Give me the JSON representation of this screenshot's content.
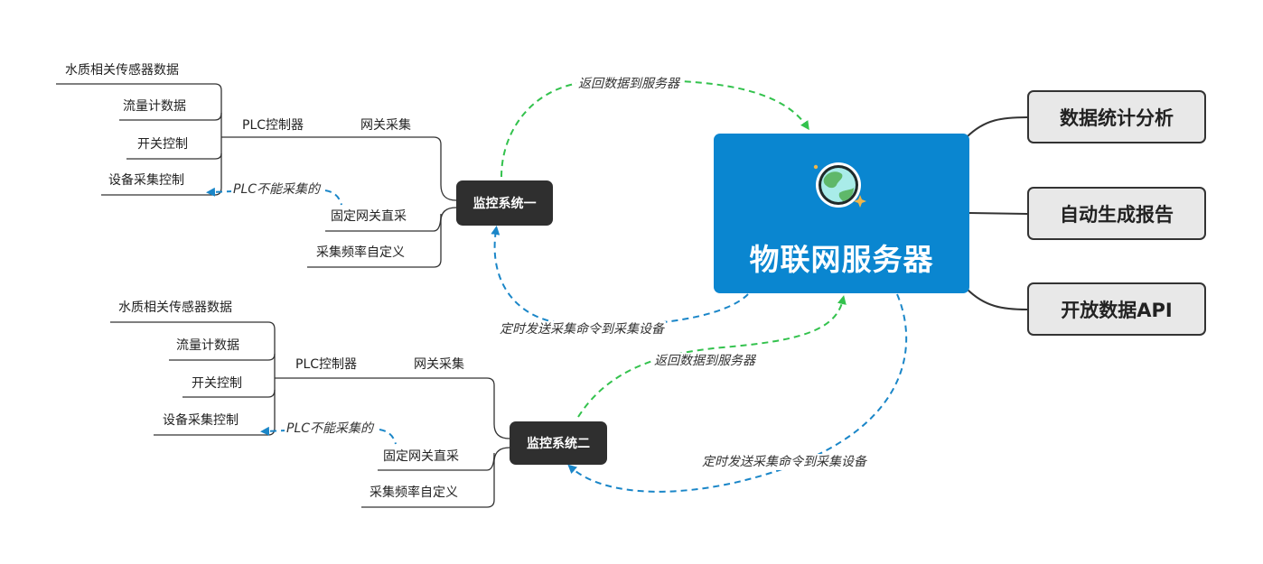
{
  "central": {
    "title": "物联网服务器",
    "icon": "globe-icon"
  },
  "features": [
    "数据统计分析",
    "自动生成报告",
    "开放数据API"
  ],
  "systems": [
    {
      "title": "监控系统一",
      "gateway": "网关采集",
      "plc": "PLC控制器",
      "leaves": [
        "水质相关传感器数据",
        "流量计数据",
        "开关控制",
        "设备采集控制"
      ],
      "direct": "固定网关直采",
      "freq": "采集频率自定义",
      "plc_note": "PLC不能采集的",
      "return_label": "返回数据到服务器",
      "command_label": "定时发送采集命令到采集设备"
    },
    {
      "title": "监控系统二",
      "gateway": "网关采集",
      "plc": "PLC控制器",
      "leaves": [
        "水质相关传感器数据",
        "流量计数据",
        "开关控制",
        "设备采集控制"
      ],
      "direct": "固定网关直采",
      "freq": "采集频率自定义",
      "plc_note": "PLC不能采集的",
      "return_label": "返回数据到服务器",
      "command_label": "定时发送采集命令到采集设备"
    }
  ],
  "colors": {
    "central": "#0a86d0",
    "return_arrow": "#33c24d",
    "command_arrow": "#1a86c8",
    "node_dark": "#2f2f2f"
  }
}
